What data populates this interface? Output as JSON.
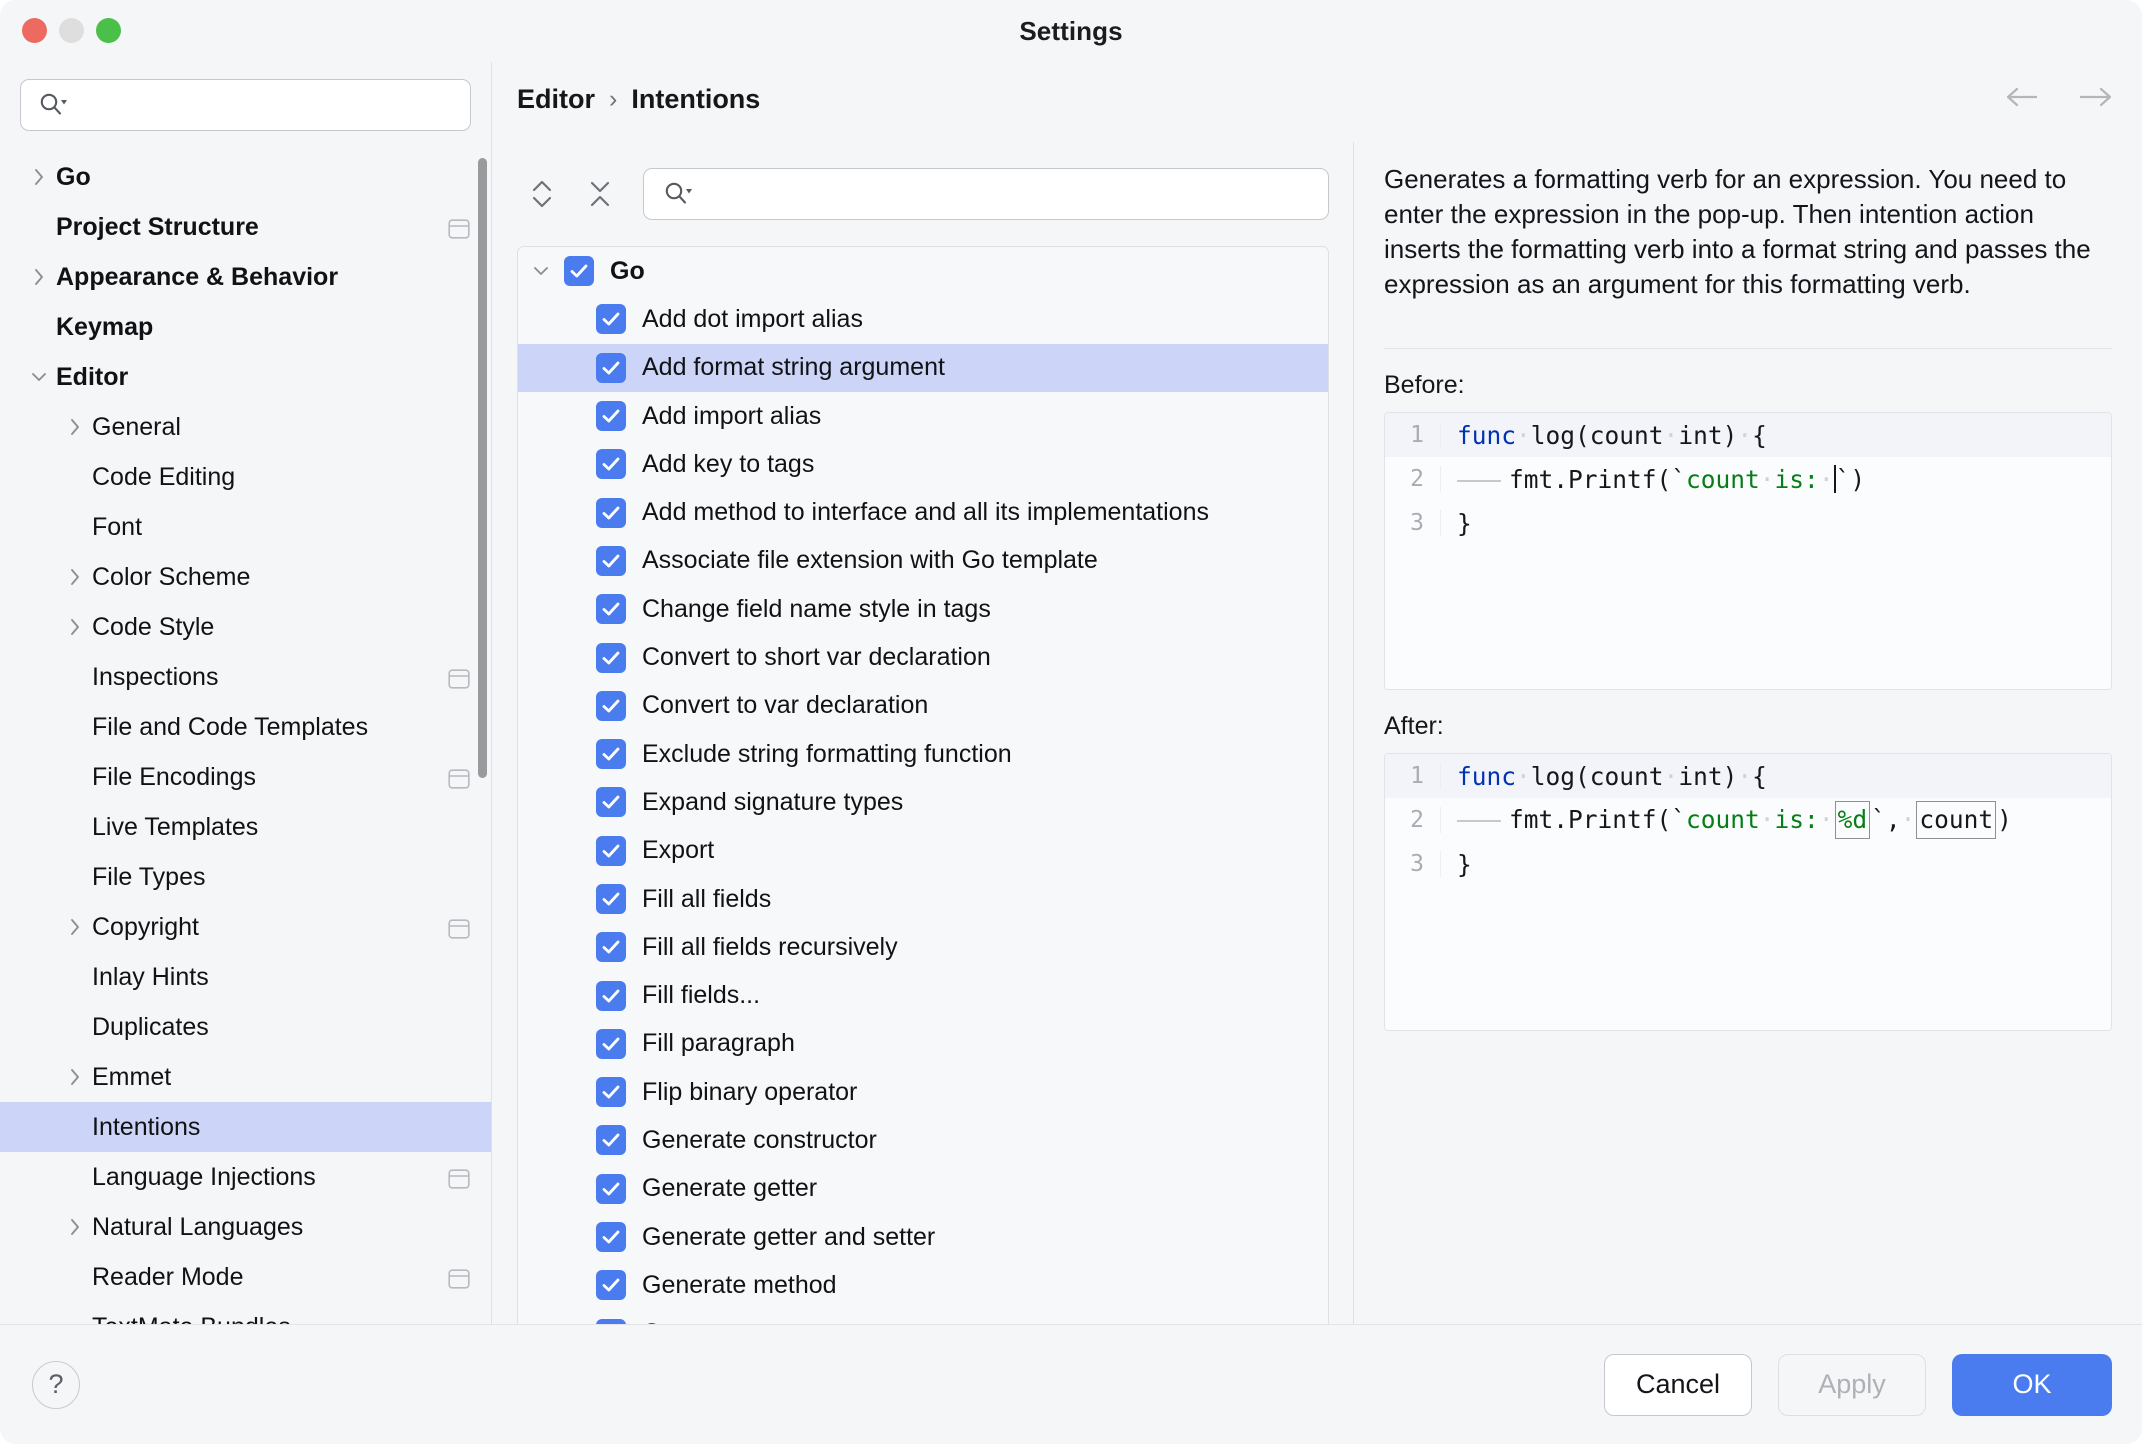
{
  "window": {
    "title": "Settings",
    "traffic_lights": [
      "close-red",
      "minimize-yellow",
      "zoom-green"
    ]
  },
  "sidebar": {
    "search_placeholder": "",
    "search_value": "",
    "items": [
      {
        "label": "Go",
        "level": 0,
        "arrow": "right",
        "bold": true,
        "badge": false,
        "selected": false
      },
      {
        "label": "Project Structure",
        "level": 0,
        "arrow": "none",
        "bold": true,
        "badge": true,
        "selected": false
      },
      {
        "label": "Appearance & Behavior",
        "level": 0,
        "arrow": "right",
        "bold": true,
        "badge": false,
        "selected": false
      },
      {
        "label": "Keymap",
        "level": 0,
        "arrow": "none",
        "bold": true,
        "badge": false,
        "selected": false
      },
      {
        "label": "Editor",
        "level": 0,
        "arrow": "down",
        "bold": true,
        "badge": false,
        "selected": false
      },
      {
        "label": "General",
        "level": 1,
        "arrow": "right",
        "bold": false,
        "badge": false,
        "selected": false
      },
      {
        "label": "Code Editing",
        "level": 1,
        "arrow": "none",
        "bold": false,
        "badge": false,
        "selected": false
      },
      {
        "label": "Font",
        "level": 1,
        "arrow": "none",
        "bold": false,
        "badge": false,
        "selected": false
      },
      {
        "label": "Color Scheme",
        "level": 1,
        "arrow": "right",
        "bold": false,
        "badge": false,
        "selected": false
      },
      {
        "label": "Code Style",
        "level": 1,
        "arrow": "right",
        "bold": false,
        "badge": false,
        "selected": false
      },
      {
        "label": "Inspections",
        "level": 1,
        "arrow": "none",
        "bold": false,
        "badge": true,
        "selected": false
      },
      {
        "label": "File and Code Templates",
        "level": 1,
        "arrow": "none",
        "bold": false,
        "badge": false,
        "selected": false
      },
      {
        "label": "File Encodings",
        "level": 1,
        "arrow": "none",
        "bold": false,
        "badge": true,
        "selected": false
      },
      {
        "label": "Live Templates",
        "level": 1,
        "arrow": "none",
        "bold": false,
        "badge": false,
        "selected": false
      },
      {
        "label": "File Types",
        "level": 1,
        "arrow": "none",
        "bold": false,
        "badge": false,
        "selected": false
      },
      {
        "label": "Copyright",
        "level": 1,
        "arrow": "right",
        "bold": false,
        "badge": true,
        "selected": false
      },
      {
        "label": "Inlay Hints",
        "level": 1,
        "arrow": "none",
        "bold": false,
        "badge": false,
        "selected": false
      },
      {
        "label": "Duplicates",
        "level": 1,
        "arrow": "none",
        "bold": false,
        "badge": false,
        "selected": false
      },
      {
        "label": "Emmet",
        "level": 1,
        "arrow": "right",
        "bold": false,
        "badge": false,
        "selected": false
      },
      {
        "label": "Intentions",
        "level": 1,
        "arrow": "none",
        "bold": false,
        "badge": false,
        "selected": true
      },
      {
        "label": "Language Injections",
        "level": 1,
        "arrow": "none",
        "bold": false,
        "badge": true,
        "selected": false
      },
      {
        "label": "Natural Languages",
        "level": 1,
        "arrow": "right",
        "bold": false,
        "badge": false,
        "selected": false
      },
      {
        "label": "Reader Mode",
        "level": 1,
        "arrow": "none",
        "bold": false,
        "badge": true,
        "selected": false
      },
      {
        "label": "TextMate Bundles",
        "level": 1,
        "arrow": "none",
        "bold": false,
        "badge": false,
        "selected": false
      }
    ]
  },
  "breadcrumb": {
    "parent": "Editor",
    "separator": "›",
    "current": "Intentions"
  },
  "nav": {
    "back_icon": "arrow-left-icon",
    "forward_icon": "arrow-right-icon"
  },
  "list_toolbar": {
    "expand_all_icon": "expand-all-icon",
    "collapse_all_icon": "collapse-all-icon",
    "search_placeholder": "",
    "search_value": ""
  },
  "intentions": [
    {
      "label": "Go",
      "group": true,
      "checked": true,
      "expanded": true,
      "selected": false
    },
    {
      "label": "Add dot import alias",
      "group": false,
      "checked": true,
      "selected": false
    },
    {
      "label": "Add format string argument",
      "group": false,
      "checked": true,
      "selected": true
    },
    {
      "label": "Add import alias",
      "group": false,
      "checked": true,
      "selected": false
    },
    {
      "label": "Add key to tags",
      "group": false,
      "checked": true,
      "selected": false
    },
    {
      "label": "Add method to interface and all its implementations",
      "group": false,
      "checked": true,
      "selected": false
    },
    {
      "label": "Associate file extension with Go template",
      "group": false,
      "checked": true,
      "selected": false
    },
    {
      "label": "Change field name style in tags",
      "group": false,
      "checked": true,
      "selected": false
    },
    {
      "label": "Convert to short var declaration",
      "group": false,
      "checked": true,
      "selected": false
    },
    {
      "label": "Convert to var declaration",
      "group": false,
      "checked": true,
      "selected": false
    },
    {
      "label": "Exclude string formatting function",
      "group": false,
      "checked": true,
      "selected": false
    },
    {
      "label": "Expand signature types",
      "group": false,
      "checked": true,
      "selected": false
    },
    {
      "label": "Export",
      "group": false,
      "checked": true,
      "selected": false
    },
    {
      "label": "Fill all fields",
      "group": false,
      "checked": true,
      "selected": false
    },
    {
      "label": "Fill all fields recursively",
      "group": false,
      "checked": true,
      "selected": false
    },
    {
      "label": "Fill fields...",
      "group": false,
      "checked": true,
      "selected": false
    },
    {
      "label": "Fill paragraph",
      "group": false,
      "checked": true,
      "selected": false
    },
    {
      "label": "Flip binary operator",
      "group": false,
      "checked": true,
      "selected": false
    },
    {
      "label": "Generate constructor",
      "group": false,
      "checked": true,
      "selected": false
    },
    {
      "label": "Generate getter",
      "group": false,
      "checked": true,
      "selected": false
    },
    {
      "label": "Generate getter and setter",
      "group": false,
      "checked": true,
      "selected": false
    },
    {
      "label": "Generate method",
      "group": false,
      "checked": true,
      "selected": false
    },
    {
      "label": "Generate setter",
      "group": false,
      "checked": true,
      "selected": false
    }
  ],
  "description": {
    "text": "Generates a formatting verb for an expression. You need to enter the expression in the pop-up. Then intention action inserts the formatting verb into a format string and passes the expression as an argument for this formatting verb."
  },
  "examples": {
    "before_label": "Before:",
    "after_label": "After:",
    "before_lines": [
      {
        "number": "1",
        "highlight": true,
        "segments": [
          {
            "t": "func",
            "c": "kw"
          },
          {
            "t": "·",
            "c": "dot"
          },
          {
            "t": "log(count",
            "c": ""
          },
          {
            "t": "·",
            "c": "dot"
          },
          {
            "t": "int)",
            "c": ""
          },
          {
            "t": "·",
            "c": "dot"
          },
          {
            "t": "{",
            "c": ""
          }
        ]
      },
      {
        "number": "2",
        "highlight": false,
        "segments": [
          {
            "t": "indent",
            "c": "indentline"
          },
          {
            "t": "fmt.Printf(`",
            "c": ""
          },
          {
            "t": "count",
            "c": "str"
          },
          {
            "t": "·",
            "c": "dot"
          },
          {
            "t": "is:",
            "c": "str"
          },
          {
            "t": "·",
            "c": "dot"
          },
          {
            "t": "caret",
            "c": "caret"
          },
          {
            "t": "`)",
            "c": ""
          }
        ]
      },
      {
        "number": "3",
        "highlight": false,
        "segments": [
          {
            "t": "}",
            "c": ""
          }
        ]
      }
    ],
    "after_lines": [
      {
        "number": "1",
        "highlight": true,
        "segments": [
          {
            "t": "func",
            "c": "kw"
          },
          {
            "t": "·",
            "c": "dot"
          },
          {
            "t": "log(count",
            "c": ""
          },
          {
            "t": "·",
            "c": "dot"
          },
          {
            "t": "int)",
            "c": ""
          },
          {
            "t": "·",
            "c": "dot"
          },
          {
            "t": "{",
            "c": ""
          }
        ]
      },
      {
        "number": "2",
        "highlight": false,
        "segments": [
          {
            "t": "indent",
            "c": "indentline"
          },
          {
            "t": "fmt.Printf(`",
            "c": ""
          },
          {
            "t": "count",
            "c": "str"
          },
          {
            "t": "·",
            "c": "dot"
          },
          {
            "t": "is:",
            "c": "str"
          },
          {
            "t": "·",
            "c": "dot"
          },
          {
            "t": "%d",
            "c": "tmpl str"
          },
          {
            "t": "`,",
            "c": ""
          },
          {
            "t": "·",
            "c": "dot"
          },
          {
            "t": "count",
            "c": "tmpl"
          },
          {
            "t": ")",
            "c": ""
          }
        ]
      },
      {
        "number": "3",
        "highlight": false,
        "segments": [
          {
            "t": "}",
            "c": ""
          }
        ]
      }
    ]
  },
  "footer": {
    "help_label": "?",
    "cancel_label": "Cancel",
    "apply_label": "Apply",
    "ok_label": "OK",
    "apply_enabled": false
  },
  "colors": {
    "accent": "#4a7cf0",
    "selection": "#ccd4f7",
    "window_bg": "#f5f6f8",
    "keyword": "#0033b3",
    "string": "#077d17"
  }
}
